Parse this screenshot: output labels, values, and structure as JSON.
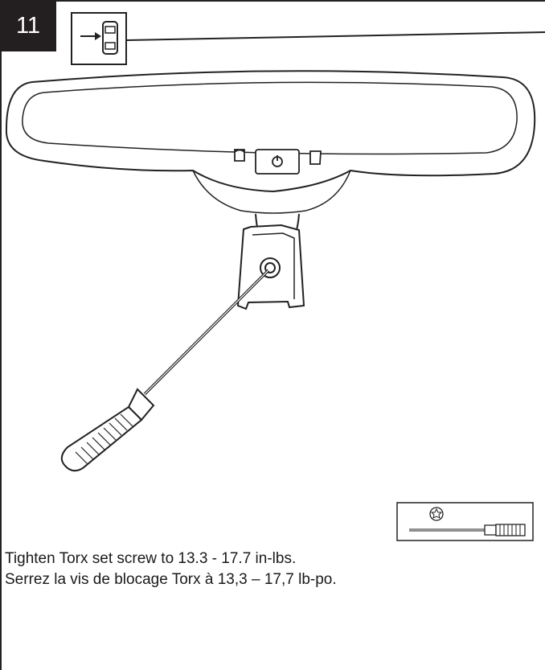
{
  "step": {
    "number": "11"
  },
  "icons": {
    "vehicle_icon": "vehicle-front-arrow-icon",
    "torx_icon": "torx-bit-icon",
    "screwdriver_icon": "screwdriver-icon"
  },
  "instructions": {
    "english": "Tighten Torx set screw to 13.3 - 17.7 in-lbs.",
    "french": "Serrez la vis de blocage Torx à 13,3 – 17,7 lb-po."
  }
}
